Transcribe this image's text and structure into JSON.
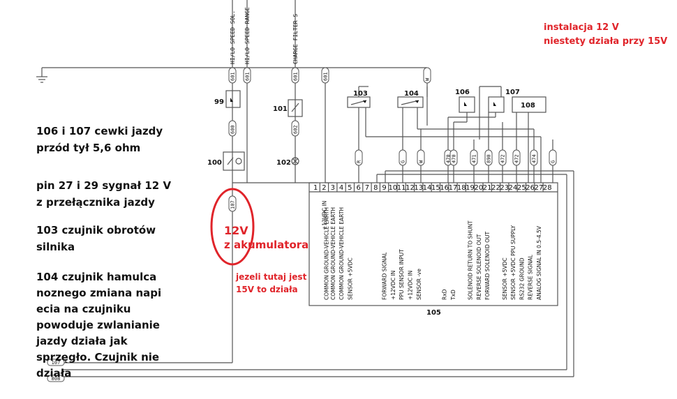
{
  "vertical_labels": {
    "hilo_speed_sol": "HI/LO SPEED SOL.",
    "hilo_speed_range": "HI/LO SPEED RANGE",
    "charge_filter": "CHARGE FILTER S"
  },
  "components": {
    "c99": "99",
    "c100": "100",
    "c101": "101",
    "c102": "102",
    "c103": "103",
    "c104": "104",
    "c105": "105",
    "c106": "106",
    "c107": "107",
    "c108": "108"
  },
  "wire_tags": {
    "left_top": "601",
    "left_mid": "600",
    "right_top": "601",
    "right_mid": "602",
    "mid_top": "601",
    "left_bottom": "107",
    "bus_left": "601",
    "bottom_1": "107",
    "bottom_2": "808",
    "t103": "R",
    "t104a": "G",
    "t104b": "W",
    "t470a": "470",
    "t470b": "470",
    "t471": "471",
    "t890": "890",
    "t472a": "472",
    "t472b": "472",
    "t474": "474",
    "tG": "G",
    "tW": "W"
  },
  "pins": [
    "1",
    "2",
    "3",
    "4",
    "5",
    "6",
    "7",
    "8",
    "9",
    "10",
    "11",
    "12",
    "13",
    "14",
    "15",
    "16",
    "17",
    "18",
    "19",
    "20",
    "21",
    "22",
    "23",
    "24",
    "25",
    "26",
    "27",
    "28"
  ],
  "signals": [
    {
      "pin": 2,
      "text": "+12VDC IN"
    },
    {
      "pin": 2,
      "text": "COMMON GROUND-VEHICLE EARTH",
      "offset": 1
    },
    {
      "pin": 3,
      "text": "COMMON GROUND-VEHICLE EARTH"
    },
    {
      "pin": 4,
      "text": "COMMON GROUND-VEHICLE EARTH"
    },
    {
      "pin": 5,
      "text": "SENSOR +5VDC"
    },
    {
      "pin": 9,
      "text": "FORWARD SIGNAL"
    },
    {
      "pin": 10,
      "text": "+12VDC IN"
    },
    {
      "pin": 11,
      "text": "PPU SENSOR INPUT"
    },
    {
      "pin": 12,
      "text": "+12VDC IN"
    },
    {
      "pin": 13,
      "text": "SENSOR -ve"
    },
    {
      "pin": 16,
      "text": "RxD"
    },
    {
      "pin": 17,
      "text": "TxD"
    },
    {
      "pin": 19,
      "text": "SOLENOID RETURN TO SHUNT"
    },
    {
      "pin": 20,
      "text": "REVERSE SOLENOID OUT"
    },
    {
      "pin": 21,
      "text": "FORWARD SOLENOID OUT"
    },
    {
      "pin": 23,
      "text": "SENSOR +5VDC"
    },
    {
      "pin": 24,
      "text": "SENSOR +5VDC PPU SUPPLY"
    },
    {
      "pin": 25,
      "text": "RS232 GROUND"
    },
    {
      "pin": 26,
      "text": "REVERSE SIGNAL"
    },
    {
      "pin": 27,
      "text": "ANALOG SIGNAL IN 0.5-4.5V"
    }
  ],
  "annotations": {
    "top_right_line1": "instalacja 12 V",
    "top_right_line2": "niestety działa przy 15V",
    "n1_line1": "106 i 107 cewki jazdy",
    "n1_line2": "przód tył 5,6 ohm",
    "n2_line1": "pin 27 i 29 sygnał 12 V",
    "n2_line2": "z przełącznika jazdy",
    "n3_line1": "103 czujnik obrotów",
    "n3_line2": "silnika",
    "n4_line1": "104 czujnik hamulca",
    "n4_line2": "noznego zmiana napi",
    "n4_line3": "ecia na czujniku",
    "n4_line4": "powoduje zwlanianie",
    "n4_line5": "jazdy działa jak",
    "n4_line6": "sprzęgło. Czujnik nie",
    "n4_line7": "działa",
    "v12_line1": "12V",
    "v12_line2": "z akumulatora",
    "v15_line1": "jezeli tutaj jest",
    "v15_line2": "15V to działa"
  },
  "colors": {
    "line": "#555555",
    "red": "#e0242a",
    "text": "#111111"
  }
}
